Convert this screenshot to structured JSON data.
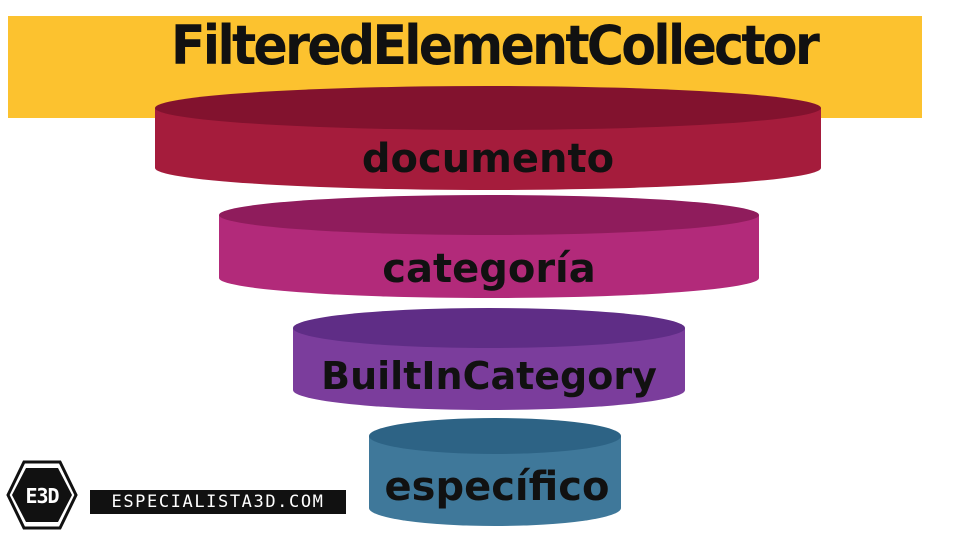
{
  "title": "FilteredElementCollector",
  "tiers": [
    {
      "label": "documento",
      "color": "#a51c3c",
      "top_color": "#82122e"
    },
    {
      "label": "categoría",
      "color": "#b22a7a",
      "top_color": "#8f1c5c"
    },
    {
      "label": "BuiltInCategory",
      "color": "#7b3d9c",
      "top_color": "#5f2d86"
    },
    {
      "label": "específico",
      "color": "#3f789a",
      "top_color": "#2d6385"
    }
  ],
  "colors": {
    "title_background": "#fcc22f",
    "text": "#111111"
  },
  "logo": {
    "mark": "E3D",
    "brand_text": "ESPECIALISTA3D.COM"
  }
}
